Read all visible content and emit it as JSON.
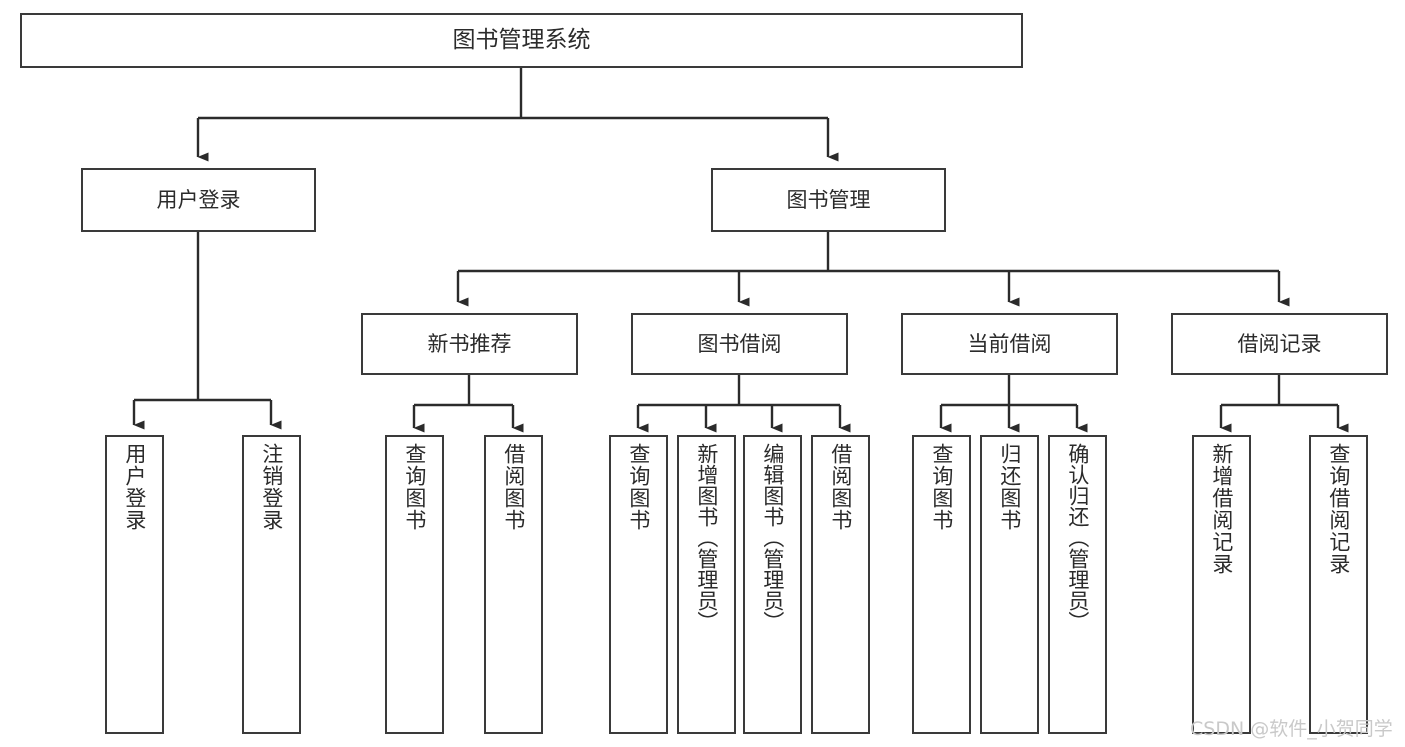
{
  "diagram": {
    "type": "hierarchy-tree",
    "title": "图书管理系统",
    "root": {
      "label": "图书管理系统"
    },
    "level2": [
      {
        "label": "用户登录"
      },
      {
        "label": "图书管理"
      }
    ],
    "level3": [
      {
        "label": "新书推荐"
      },
      {
        "label": "图书借阅"
      },
      {
        "label": "当前借阅"
      },
      {
        "label": "借阅记录"
      }
    ],
    "leaves": {
      "user_login": [
        {
          "label": "用户登录"
        },
        {
          "label": "注销登录"
        }
      ],
      "new_book_recommend": [
        {
          "label": "查询图书"
        },
        {
          "label": "借阅图书"
        }
      ],
      "book_borrow": [
        {
          "label": "查询图书"
        },
        {
          "label": "新增图书（管理员）"
        },
        {
          "label": "编辑图书（管理员）"
        },
        {
          "label": "借阅图书"
        }
      ],
      "current_borrow": [
        {
          "label": "查询图书"
        },
        {
          "label": "归还图书"
        },
        {
          "label": "确认归还（管理员）"
        }
      ],
      "borrow_record": [
        {
          "label": "新增借阅记录"
        },
        {
          "label": "查询借阅记录"
        }
      ]
    }
  },
  "watermark": {
    "text": "CSDN @软件_小贺同学"
  },
  "colors": {
    "box_border": "#3a3a3a",
    "box_fill": "#ffffff",
    "text": "#2b2b2b",
    "connector": "#2b2b2b",
    "watermark": "#c9c9c9",
    "background": "#ffffff"
  }
}
